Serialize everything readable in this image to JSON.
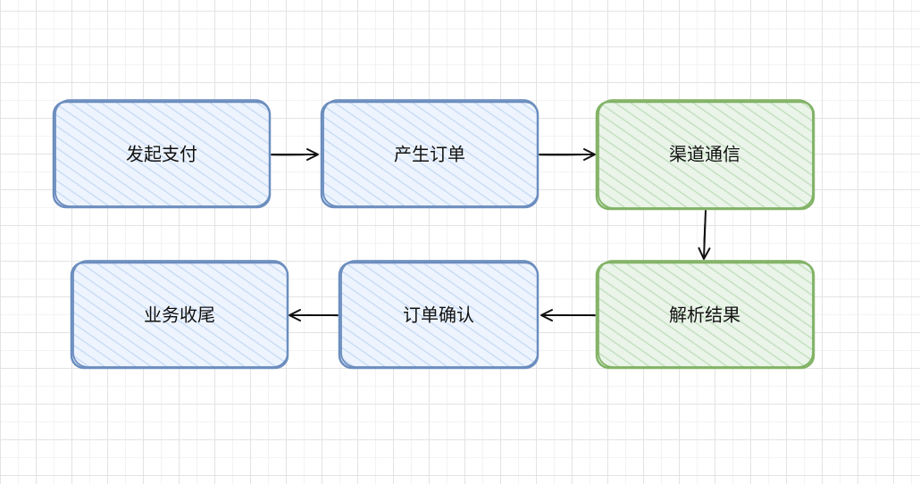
{
  "colors": {
    "blue_fill": "#dbe8fb",
    "blue_stroke": "#6c8ebf",
    "green_fill": "#d5e8d4",
    "green_stroke": "#82b366",
    "arrow": "#111111"
  },
  "nodes": [
    {
      "id": "n1",
      "label": "发起支付",
      "style": "blue"
    },
    {
      "id": "n2",
      "label": "产生订单",
      "style": "blue"
    },
    {
      "id": "n3",
      "label": "渠道通信",
      "style": "green"
    },
    {
      "id": "n4",
      "label": "解析结果",
      "style": "green"
    },
    {
      "id": "n5",
      "label": "订单确认",
      "style": "blue"
    },
    {
      "id": "n6",
      "label": "业务收尾",
      "style": "blue"
    }
  ],
  "edges": [
    {
      "from": "n1",
      "to": "n2"
    },
    {
      "from": "n2",
      "to": "n3"
    },
    {
      "from": "n3",
      "to": "n4"
    },
    {
      "from": "n4",
      "to": "n5"
    },
    {
      "from": "n5",
      "to": "n6"
    }
  ]
}
